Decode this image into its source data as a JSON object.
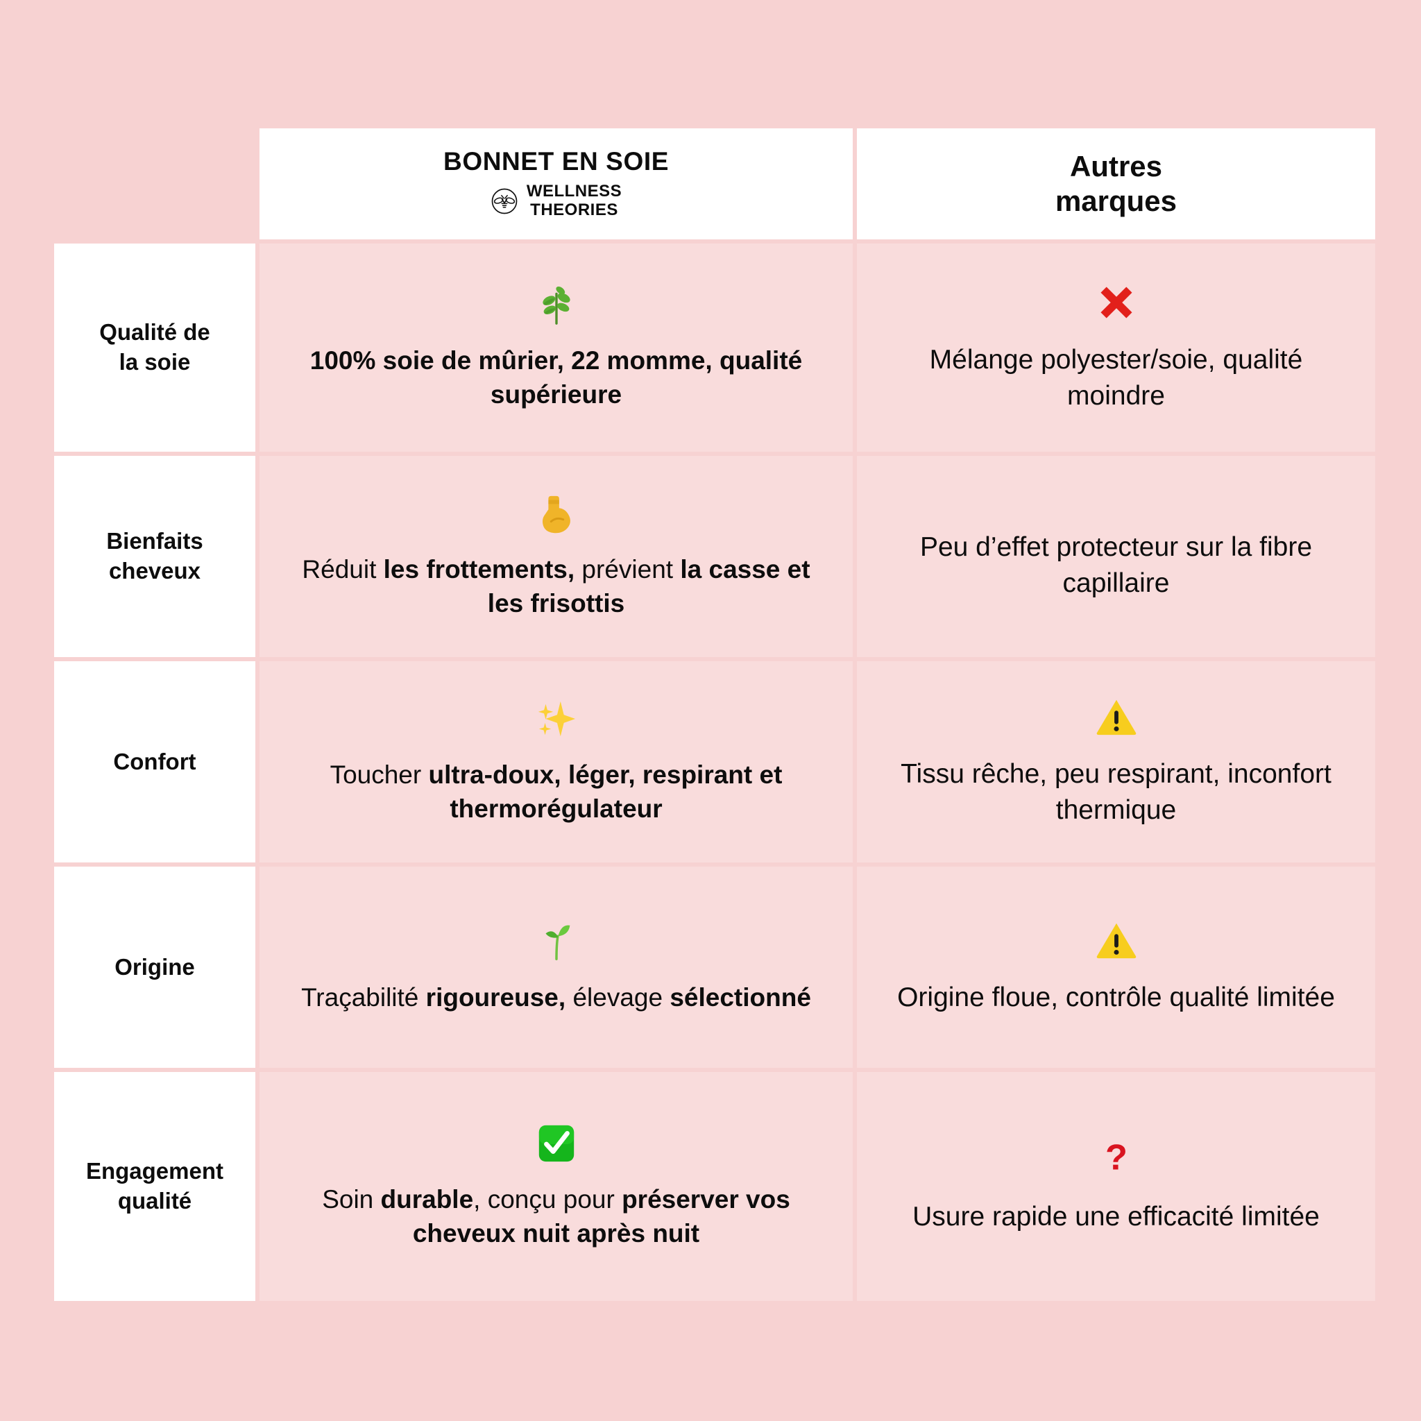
{
  "theme": {
    "page_background": "#f7d2d2",
    "cell_background": "#f9dcdc",
    "panel_background": "#ffffff",
    "text_color": "#0d0d0d",
    "negative_color": "#e01b24",
    "warning_color": "#f5c518",
    "positive_color": "#17a81a"
  },
  "header": {
    "brand_title": "BONNET EN SOIE",
    "brand_name_line1": "WELLNESS",
    "brand_name_line2": "THEORIES",
    "logo_icon": "bee-in-circle-icon",
    "other_brands_line1": "Autres",
    "other_brands_line2": "marques"
  },
  "rows": [
    {
      "label_line1": "Qualité de",
      "label_line2": "la soie",
      "ours": {
        "icon": "herb-leaf-emoji",
        "icon_glyph": "🌿",
        "text": "100% soie de mûrier, 22 momme, qualité supérieure",
        "segments": [
          {
            "text": "100% soie de mûrier, 22 momme, qualité supérieure",
            "bold": true
          }
        ]
      },
      "theirs": {
        "icon": "red-cross-mark-emoji",
        "icon_glyph": "❌",
        "text": "Mélange polyester/soie, qualité moindre"
      }
    },
    {
      "label_line1": "Bienfaits",
      "label_line2": "cheveux",
      "ours": {
        "icon": "flexed-biceps-emoji",
        "icon_glyph": "💪",
        "text": "Réduit les frottements, prévient la casse et les frisottis",
        "segments": [
          {
            "text": "Réduit ",
            "bold": false
          },
          {
            "text": "les frottements,",
            "bold": true
          },
          {
            "text": " prévient ",
            "bold": false
          },
          {
            "text": "la casse et les frisottis",
            "bold": true
          }
        ]
      },
      "theirs": {
        "icon": "hourglass-emoji",
        "icon_glyph": "⌛",
        "text": "Peu d’effet protecteur sur la fibre capillaire"
      }
    },
    {
      "label_line1": "Confort",
      "label_line2": "",
      "ours": {
        "icon": "sparkles-emoji",
        "icon_glyph": "✨",
        "text": "Toucher ultra-doux, léger, respirant et thermorégulateur",
        "segments": [
          {
            "text": "Toucher ",
            "bold": false
          },
          {
            "text": "ultra-doux, léger, respirant et thermorégulateur",
            "bold": true
          }
        ]
      },
      "theirs": {
        "icon": "warning-triangle-emoji",
        "icon_glyph": "⚠",
        "text": "Tissu rêche, peu respirant, inconfort thermique"
      }
    },
    {
      "label_line1": "Origine",
      "label_line2": "",
      "ours": {
        "icon": "seedling-emoji",
        "icon_glyph": "🌱",
        "text": "Traçabilité rigoureuse, élevage sélectionné",
        "segments": [
          {
            "text": "Traçabilité ",
            "bold": false
          },
          {
            "text": "rigoureuse,",
            "bold": true
          },
          {
            "text": " élevage ",
            "bold": false
          },
          {
            "text": "sélectionné",
            "bold": true
          }
        ]
      },
      "theirs": {
        "icon": "warning-triangle-emoji",
        "icon_glyph": "⚠",
        "text": "Origine floue, contrôle qualité limitée"
      }
    },
    {
      "label_line1": "Engagement",
      "label_line2": "qualité",
      "ours": {
        "icon": "white-check-mark-emoji",
        "icon_glyph": "✅",
        "text": "Soin durable, conçu pour préserver vos cheveux nuit après nuit",
        "segments": [
          {
            "text": "Soin ",
            "bold": false
          },
          {
            "text": "durable",
            "bold": true
          },
          {
            "text": ", conçu pour ",
            "bold": false
          },
          {
            "text": "préserver vos cheveux nuit après nuit",
            "bold": true
          }
        ]
      },
      "theirs": {
        "icon": "red-question-mark-emoji",
        "icon_glyph": "❓",
        "text": "Usure rapide une efficacité limitée"
      }
    }
  ]
}
